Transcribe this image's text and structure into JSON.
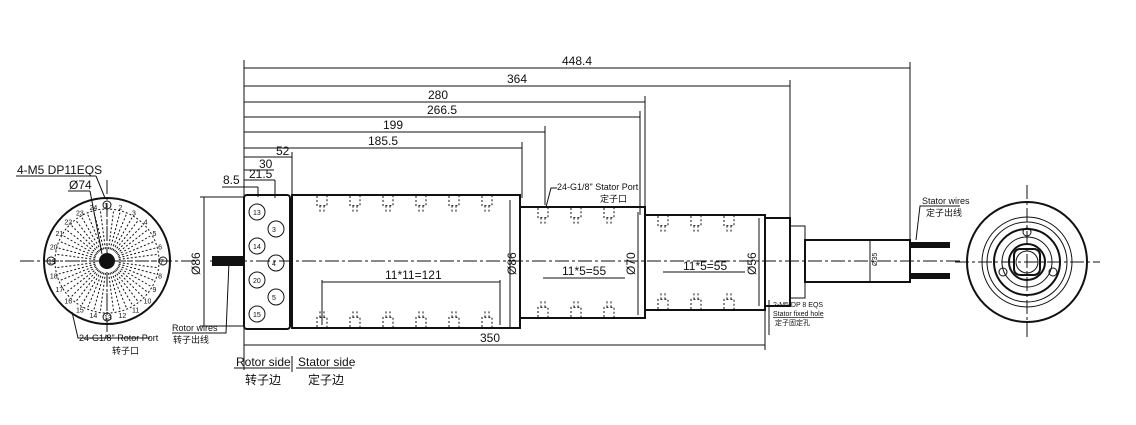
{
  "dimensions": {
    "total": "448.4",
    "d364": "364",
    "d280": "280",
    "d266_5": "266.5",
    "d199": "199",
    "d185_5": "185.5",
    "d52": "52",
    "d30": "30",
    "d21_5": "21.5",
    "d8_5": "8.5",
    "d350": "350",
    "pitch_rotor": "11*11=121",
    "pitch_stator_1": "11*5=55",
    "pitch_stator_2": "11*5=55",
    "dia_86_a": "Ø86",
    "dia_86_b": "Ø86",
    "dia_70": "Ø70",
    "dia_56": "Ø56",
    "dia_35": "Ø35",
    "dia_74": "Ø74"
  },
  "labels": {
    "mount_holes": "4-M5 DP11EQS",
    "rotor_port": "24-G1/8\" Rotor Port",
    "rotor_port_cn": "转子口",
    "rotor_wires": "Rotor wires",
    "rotor_wires_cn": "转子出线",
    "stator_port": "24-G1/8\" Stator Port",
    "stator_port_cn": "定子口",
    "stator_wires": "Stator wires",
    "stator_wires_cn": "定子出线",
    "stator_fixed": "2-M5 DP 8 EQS",
    "stator_fixed_en": "Stator fixed hole",
    "stator_fixed_cn": "定子固定孔",
    "rotor_side": "Rotor side",
    "rotor_side_cn": "转子边",
    "stator_side": "Stator side",
    "stator_side_cn": "定子边"
  },
  "port_numbers": [
    "1",
    "2",
    "3",
    "4",
    "5",
    "6",
    "7",
    "8",
    "9",
    "10",
    "11",
    "12",
    "13",
    "14",
    "15",
    "16",
    "17",
    "18",
    "19",
    "20",
    "21",
    "22",
    "23",
    "24"
  ],
  "side_port_numbers": [
    "13",
    "3",
    "14",
    "4",
    "20",
    "5",
    "15"
  ]
}
